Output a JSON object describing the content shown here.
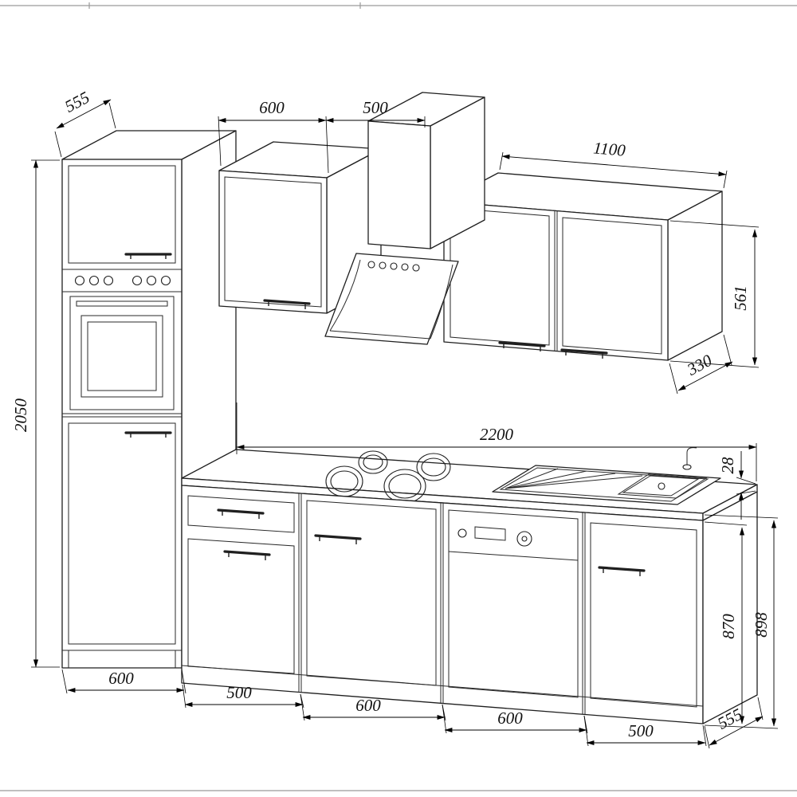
{
  "dims": {
    "tall_depth": "555",
    "wall600_width": "600",
    "hood_width": "500",
    "wall1100_width": "1100",
    "wall_height": "561",
    "wall_depth": "330",
    "total_height": "2050",
    "worktop_length": "2200",
    "worktop_thickness": "28",
    "base_height": "870",
    "base_total_height": "898",
    "base_widths": [
      "600",
      "500",
      "600",
      "600",
      "500"
    ],
    "base_depth": "555"
  }
}
